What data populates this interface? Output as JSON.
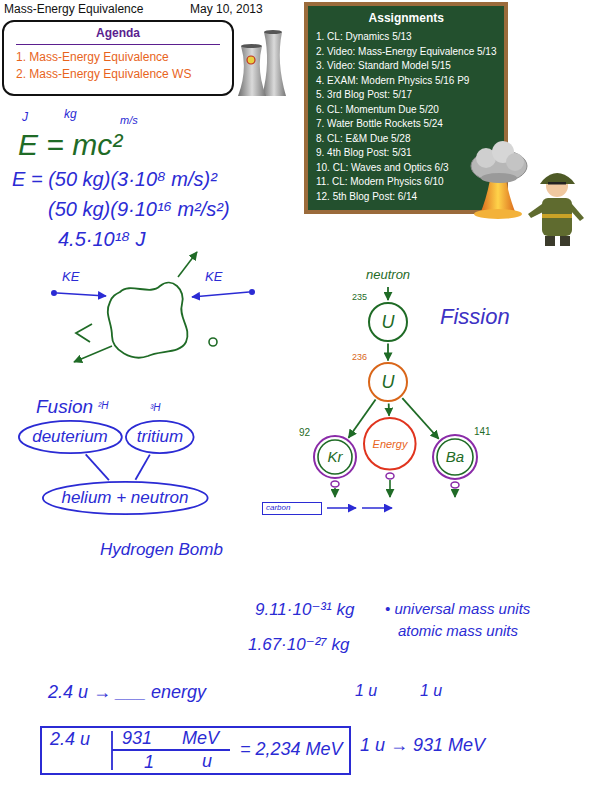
{
  "diagram": {
    "title": "Mass-Energy Equivalence",
    "nodes": [
      {
        "text": [
          "Agenda",
          "1. Mass-Energy Equivalence",
          "2. Mass-Energy Equivalence WS"
        ]
      },
      {
        "text": [
          "Assignments",
          "1. CL: Dynamics 5/13",
          "2. Video: Mass-Energy Equivalence 5/13",
          "3. Video: Standard Model 5/15",
          "4. EXAM: Modern Physics 5/16 P9",
          "5. 3rd Blog Post: 5/17",
          "6. CL: Momentum Due 5/20",
          "7. Water Bottle Rockets 5/24",
          "8. CL: E&M Due 5/28",
          "9. 4th Blog Post: 5/31",
          "10. CL: Waves and Optics 6/3",
          "11. CL: Modern Physics 6/10",
          "12. 5th Blog Post: 6/14"
        ]
      },
      {
        "text": [
          "deuterium"
        ]
      },
      {
        "text": [
          "tritium"
        ]
      },
      {
        "text": [
          "helium + neutron"
        ]
      },
      {
        "text": [
          "235",
          "U"
        ]
      },
      {
        "text": [
          "236",
          "U"
        ]
      },
      {
        "text": [
          "92",
          "Kr"
        ]
      },
      {
        "text": [
          "Energy"
        ]
      },
      {
        "text": [
          "141",
          "Ba"
        ]
      },
      {
        "text": [
          "carbon"
        ]
      },
      {
        "text": [
          "2.4 u",
          "931",
          "MeV",
          "1",
          "u",
          "= 2,234 MeV"
        ]
      }
    ],
    "edges": [
      {
        "from": 2,
        "to": 4,
        "arrow": "none"
      },
      {
        "from": 3,
        "to": 4,
        "arrow": "none"
      },
      {
        "from": 5,
        "to": 6,
        "arrow": "to"
      },
      {
        "from": 6,
        "to": 7,
        "arrow": "to"
      },
      {
        "from": 6,
        "to": 8,
        "arrow": "to"
      },
      {
        "from": 6,
        "to": 9,
        "arrow": "to"
      }
    ],
    "labels": [
      "May 10, 2013",
      "J",
      "kg",
      "m/s",
      "E = mc²",
      "E = (50 kg)(3·10⁸ m/s)²",
      "(50 kg)(9·10¹⁶ m²/s²)",
      "4.5·10¹⁸ J",
      "KE",
      "KE",
      "neutron",
      "Fission",
      "Fusion",
      "²H",
      "³H",
      "Hydrogen Bomb",
      "9.11·10⁻³¹ kg",
      "1.67·10⁻²⁷ kg",
      "• universal mass units",
      "atomic mass units",
      "2.4 u → ___ energy",
      "1 u",
      "1 u",
      "1 u → 931 MeV"
    ]
  }
}
